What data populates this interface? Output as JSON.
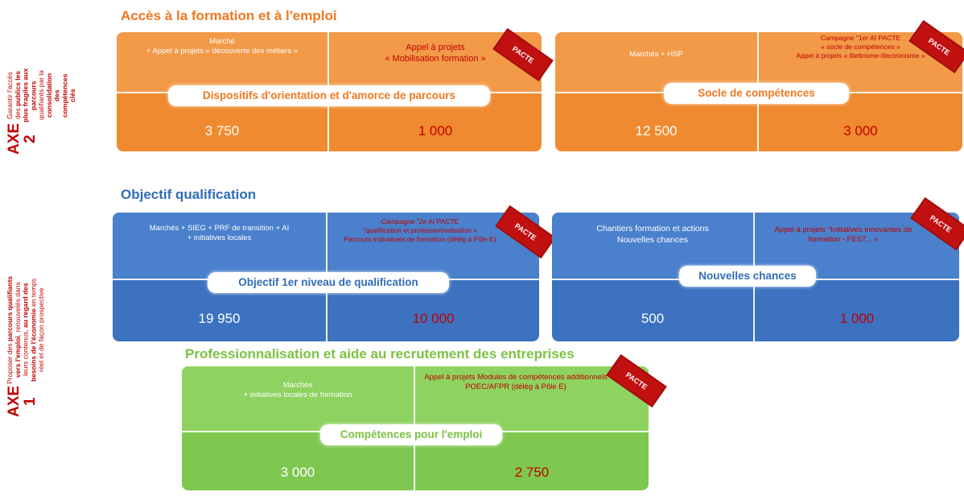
{
  "axes": {
    "axe2": {
      "title": "AXE 2",
      "desc_parts": [
        "Garantir l'accès des ",
        "publics les plus fragiles aux parcours",
        " qualifiants par la ",
        "consolidation des compétences clés"
      ]
    },
    "axe1": {
      "title": "AXE 1",
      "desc_parts": [
        "Proposer des ",
        "parcours qualifiants vers l'emploi",
        ", renouvelés dans leurs contenus, ",
        "au regard des besoins de l'économie",
        " en temps réel et de façon prospective"
      ]
    }
  },
  "sections": {
    "acces": {
      "title": "Accès à la formation et à l'emploi",
      "color": "#f07820"
    },
    "qualif": {
      "title": "Objectif qualification",
      "color": "#2f6db5"
    },
    "pro": {
      "title": "Professionnalisation et aide au recrutement des entreprises",
      "color": "#7cc242"
    }
  },
  "pacte_label": "PACTE",
  "boxes": {
    "orientation": {
      "left_text": "Marché\n+ Appel à projets « découverte des métiers »",
      "right_text": "Appel à projets\n« Mobilisation formation »",
      "label": "Dispositifs d'orientation et d'amorce de parcours",
      "left_value": "3 750",
      "right_value": "1 000"
    },
    "socle": {
      "left_text": "Marchés + HSP",
      "right_text": "Campagne \"1er AI PACTE\n« socle de compétences »\nAppel à projets « Illettrisme-Illectronisme »",
      "label": "Socle de compétences",
      "left_value": "12 500",
      "right_value": "3 000"
    },
    "qualification": {
      "left_text": "Marchés + SIEG + PRF de transition + AI\n+ initiatives locales",
      "right_text": "Campagne \"2e AI PACTE\n\"qualification et professionnalisation »\nParcours individuels de formation (délég à Pôle E)",
      "label": "Objectif 1er niveau de qualification",
      "left_value": "19 950",
      "right_value": "10 000"
    },
    "chances": {
      "left_text": "Chantiers formation et actions\nNouvelles chances",
      "right_text": "Appel à projets \"Initiatives innovantes de formation - FEST... »",
      "label": "Nouvelles chances",
      "left_value": "500",
      "right_value": "1 000"
    },
    "competences": {
      "left_text": "Marchés\n+ initiatives locales de formation",
      "right_text": "Appel à projets Modules de compétences additionnels\nPOEC/AFPR (délég à Pôle E)",
      "label": "Compétences pour l'emploi",
      "left_value": "3 000",
      "right_value": "2 750"
    }
  }
}
